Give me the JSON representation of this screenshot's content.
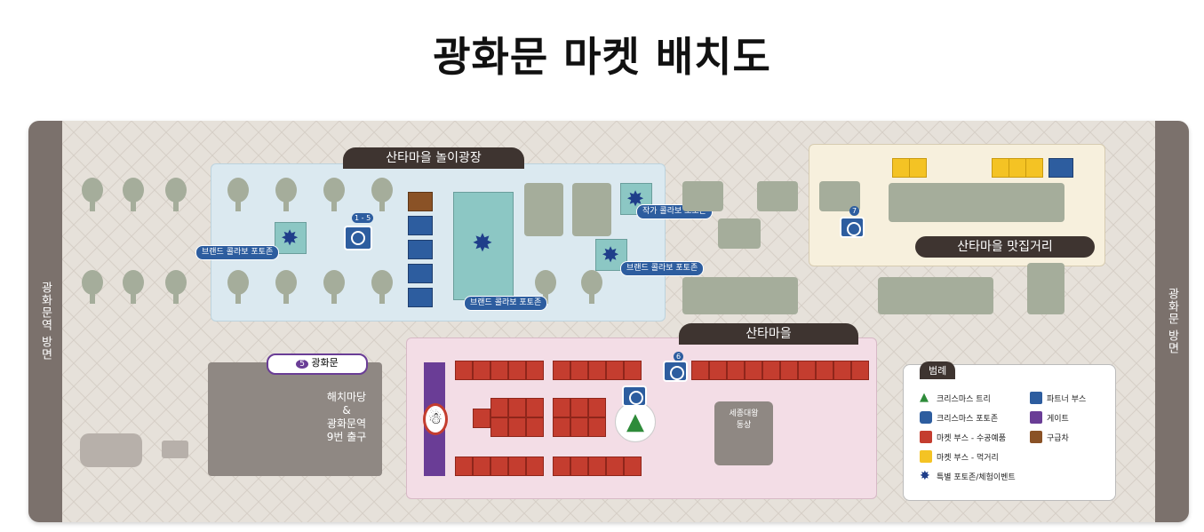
{
  "title": "광화문 마켓 배치도",
  "roads": {
    "left": "광화문역 방면",
    "right": "광화문 방면"
  },
  "zones": {
    "play": "산타마을 놀이광장",
    "food": "산타마을 맛집거리",
    "village": "산타마을",
    "gate5": "광화문",
    "gate5_num": "5"
  },
  "haechi": {
    "line1": "해치마당",
    "line2": "&",
    "line3": "광화문역",
    "line4": "9번 출구"
  },
  "statue": {
    "line1": "세종대왕",
    "line2": "동상"
  },
  "tags": {
    "brand_left": "브랜드 콜라보 포토존",
    "brand_center": "브랜드 콜라보 포토존",
    "brand_right": "브랜드 콜라보 포토존",
    "artist": "작가 콜라보 포토존"
  },
  "nums": {
    "n1": "1 - 5",
    "n7": "7",
    "n6": "6"
  },
  "legend": {
    "title": "범례",
    "items": [
      "크리스마스 트리",
      "파트너 부스",
      "크리스마스 포토존",
      "게이트",
      "마켓 부스 - 수공예품",
      "구급차",
      "마켓 부스 - 먹거리",
      "특별 포토존/체험이벤트"
    ]
  },
  "colors": {
    "partner": "#2d5d9f",
    "gate": "#6a3d96",
    "craft": "#c43d2f",
    "ambulance": "#8a5226",
    "food": "#f4c324",
    "tree": "#2e8b3a",
    "star": "#1f3e8a"
  }
}
